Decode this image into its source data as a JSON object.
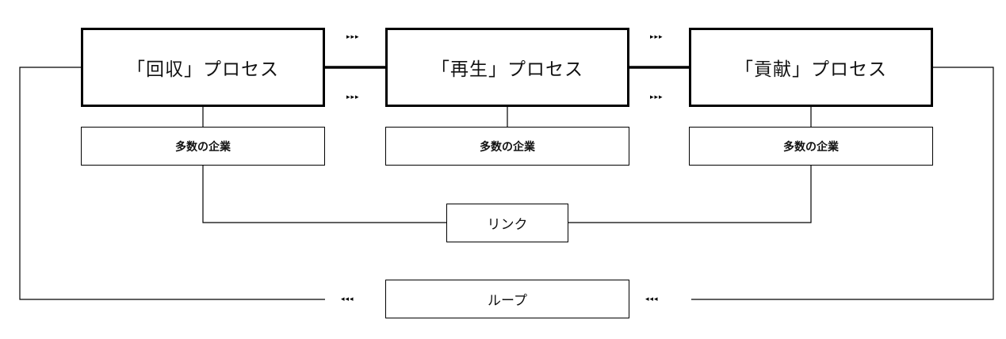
{
  "processes": [
    {
      "label": "「回収」プロセス",
      "sub": "多数の企業"
    },
    {
      "label": "「再生」プロセス",
      "sub": "多数の企業"
    },
    {
      "label": "「貢献」プロセス",
      "sub": "多数の企業"
    }
  ],
  "link_label": "リンク",
  "loop_label": "ループ",
  "arrows": {
    "forward": "▸▸▸",
    "backward": "◂◂◂"
  }
}
